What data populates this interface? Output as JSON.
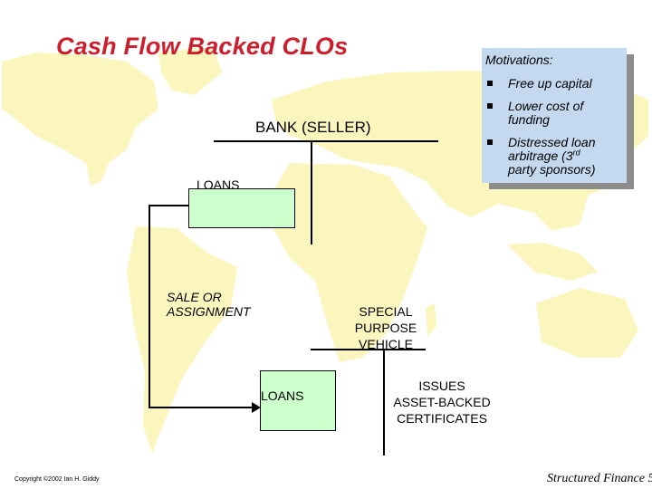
{
  "title": "Cash Flow Backed CLOs",
  "bank_label": "BANK (SELLER)",
  "loans_top_label": "LOANS",
  "loans_bottom_label": "LOANS",
  "sale_line1": "SALE OR",
  "sale_line2": "ASSIGNMENT",
  "spv_lines": [
    "SPECIAL",
    "PURPOSE",
    "VEHICLE"
  ],
  "issues_lines": [
    "ISSUES",
    "ASSET-BACKED",
    "CERTIFICATES"
  ],
  "motivations": {
    "title": "Motivations:",
    "items": [
      {
        "line1": "Free up capital"
      },
      {
        "line1": "Lower cost of",
        "line2": "funding"
      },
      {
        "line1": "Distressed loan",
        "line2_pre": "arbitrage (3",
        "line2_sup": "rd",
        "line3": "party sponsors)"
      }
    ]
  },
  "copyright": "Copyright ©2002 Ian H. Giddy",
  "footer": "Structured Finance 5",
  "colors": {
    "title": "#cc1f2d",
    "map": "#fbf6be",
    "box": "#ccffcc",
    "callout": "#c4d9ef"
  }
}
